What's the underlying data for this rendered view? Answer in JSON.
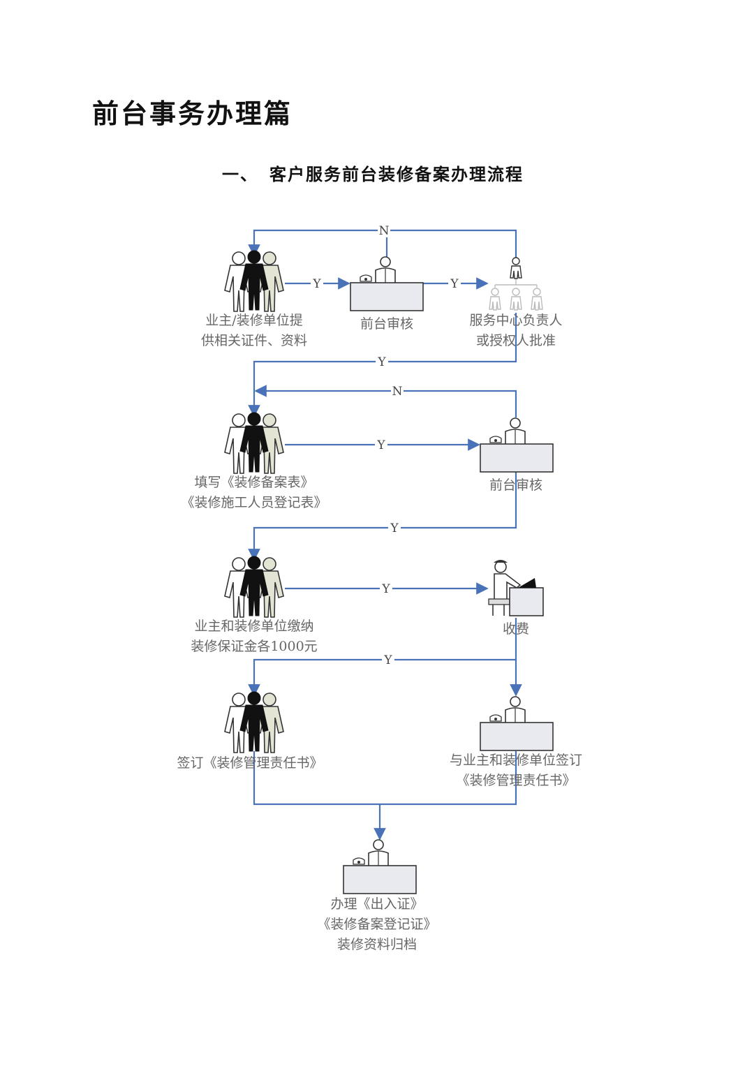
{
  "page_title": "前台事务办理篇",
  "section": {
    "number": "一、",
    "title": "客户服务前台装修备案办理流程"
  },
  "flow_colors": {
    "line": "#4a72b8",
    "label_text": "#666666"
  },
  "connector_labels": {
    "yes": "Y",
    "no": "N"
  },
  "nodes": {
    "owner_submit": {
      "icon": "people-group-icon",
      "lines": [
        "业主/装修单位提",
        "供相关证件、资料"
      ]
    },
    "front_review_1": {
      "icon": "front-desk-clerk-icon",
      "lines": [
        "前台审核"
      ]
    },
    "manager_approve": {
      "icon": "org-hierarchy-icon",
      "lines": [
        "服务中心负责人",
        "或授权人批准"
      ]
    },
    "fill_forms": {
      "icon": "people-group-icon",
      "lines": [
        "填写《装修备案表》",
        "《装修施工人员登记表》"
      ]
    },
    "front_review_2": {
      "icon": "front-desk-clerk-icon",
      "lines": [
        "前台审核"
      ]
    },
    "pay_deposit": {
      "icon": "people-group-icon",
      "lines": [
        "业主和装修单位缴纳",
        "装修保证金各1000元"
      ]
    },
    "cashier": {
      "icon": "cashier-computer-icon",
      "lines": [
        "收费"
      ]
    },
    "sign_owner": {
      "icon": "people-group-icon",
      "lines": [
        "签订《装修管理责任书》"
      ]
    },
    "sign_front": {
      "icon": "front-desk-clerk-icon",
      "lines": [
        "与业主和装修单位签订",
        "《装修管理责任书》"
      ]
    },
    "final_processing": {
      "icon": "front-desk-clerk-icon",
      "lines": [
        "办理《出入证》",
        "《装修备案登记证》",
        "装修资料归档"
      ]
    }
  }
}
